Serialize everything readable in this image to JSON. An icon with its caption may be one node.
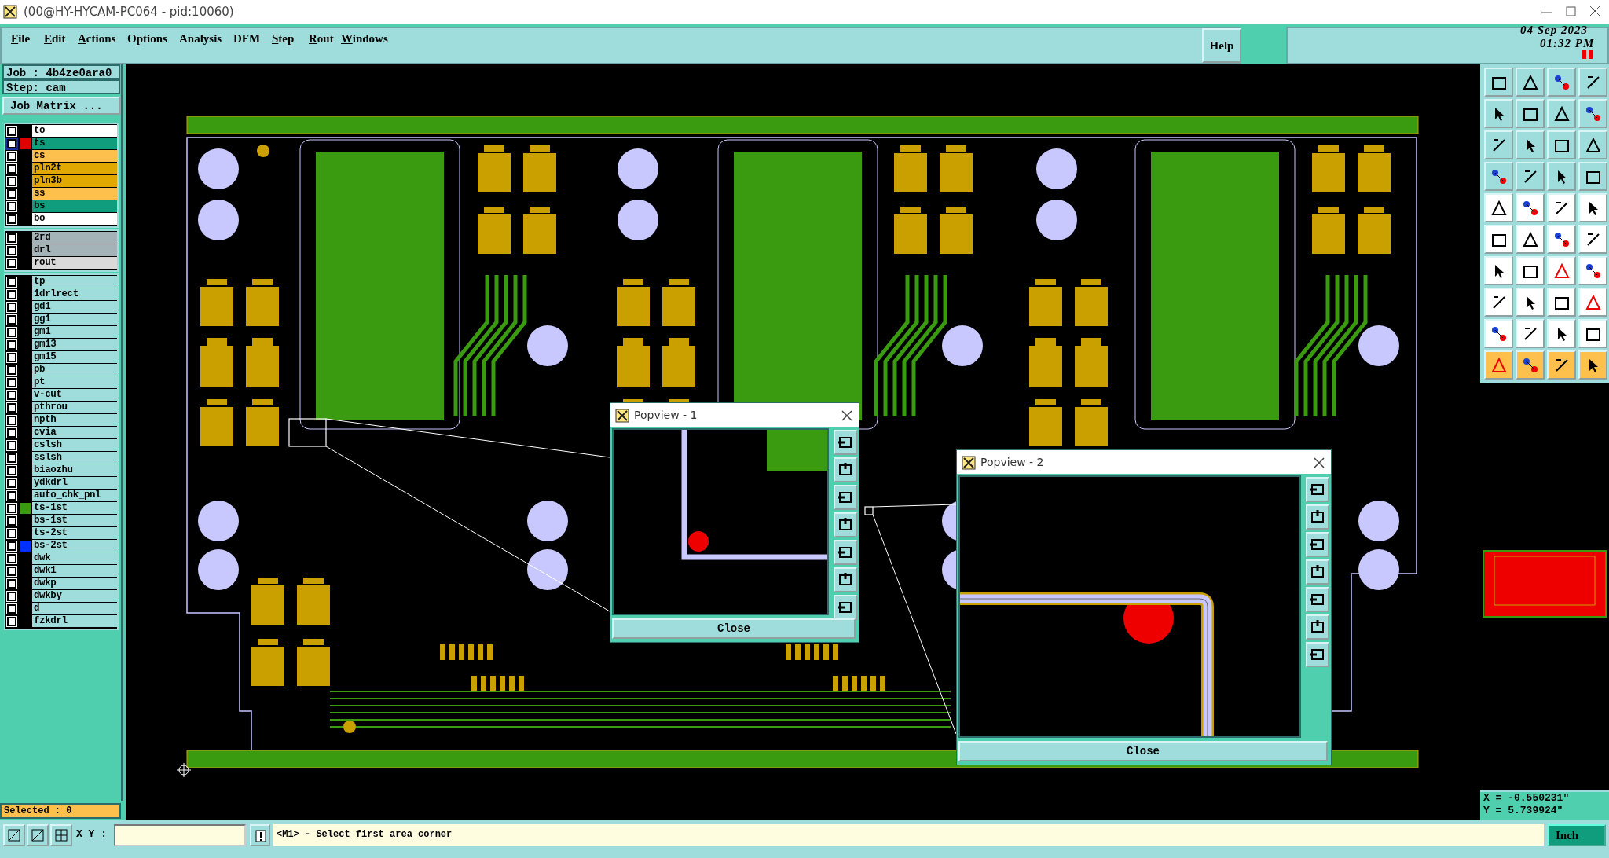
{
  "diagram": {
    "nodes": [
      {
        "text": [
          "Popview - 1",
          "Close"
        ]
      },
      {
        "text": [
          "Popview - 2",
          "Close"
        ]
      },
      {
        "text": [],
        "shape": "box"
      },
      {
        "text": [],
        "shape": "box"
      }
    ],
    "edges": [
      {
        "from": 0,
        "to": 2,
        "arrow": "none"
      },
      {
        "from": 0,
        "to": 2,
        "arrow": "none"
      },
      {
        "from": 1,
        "to": 3,
        "arrow": "none"
      },
      {
        "from": 1,
        "to": 3,
        "arrow": "none"
      }
    ],
    "labels": [
      "(00@HY-HYCAM-PC064 - pid:10060)",
      "File",
      "Edit",
      "Actions",
      "Options",
      "Analysis",
      "DFM",
      "Step",
      "Rout",
      "Windows",
      "Help",
      "04 Sep 2023",
      "01:32 PM",
      "Job : 4b4ze0ara0",
      "Step: cam",
      "Job Matrix ...",
      "to",
      "ts",
      "cs",
      "pln2t",
      "pln3b",
      "ss",
      "bs",
      "bo",
      "2rd",
      "drl",
      "rout",
      "tp",
      "1drlrect",
      "gd1",
      "gg1",
      "gm1",
      "gm13",
      "gm15",
      "pb",
      "pt",
      "v-cut",
      "pthrou",
      "npth",
      "cvia",
      "cslsh",
      "sslsh",
      "biaozhu",
      "ydkdrl",
      "auto_chk_pnl",
      "ts-1st",
      "bs-1st",
      "ts-2st",
      "bs-2st",
      "dwk",
      "dwk1",
      "dwkp",
      "dwkby",
      "d",
      "fzkdrl",
      "Selected : 0",
      "X Y :",
      "<M1> - Select first area corner",
      "X = -0.550231\"",
      "Y = 5.739924\"",
      "Inch"
    ]
  }
}
